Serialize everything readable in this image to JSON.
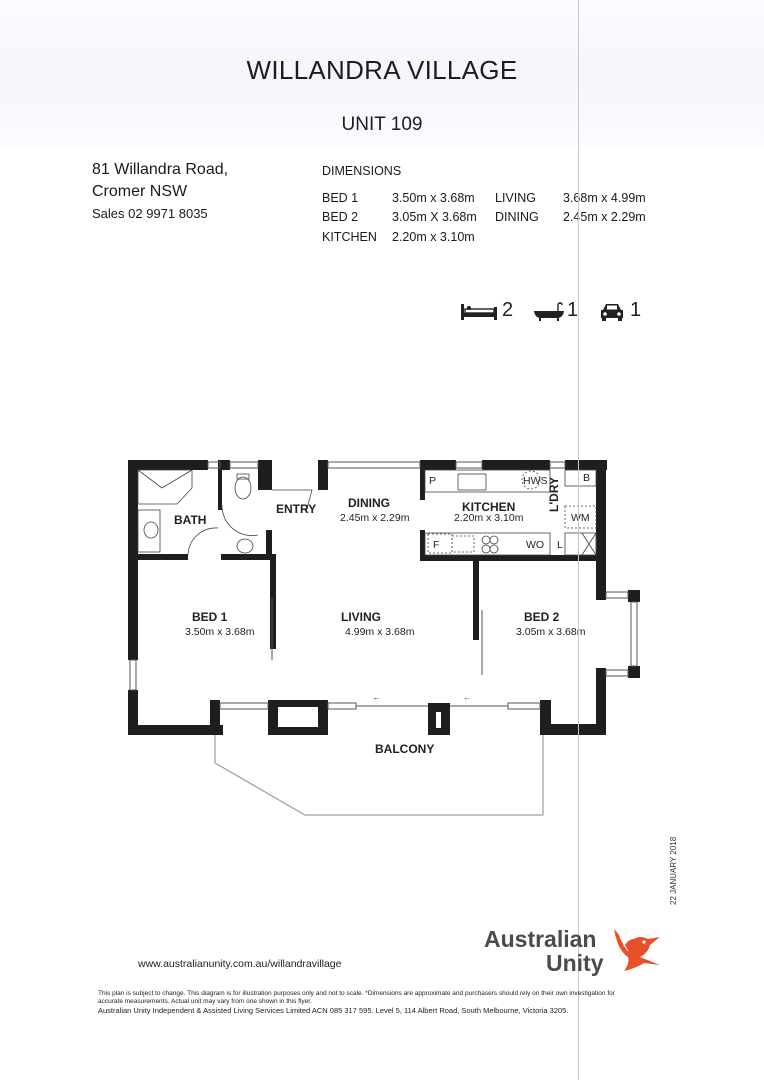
{
  "header": {
    "title": "WILLANDRA VILLAGE",
    "unit": "UNIT 109"
  },
  "address": {
    "line1": "81 Willandra Road,",
    "line2": "Cromer NSW",
    "sales": "Sales  02 9971 8035"
  },
  "dimensions": {
    "heading": "DIMENSIONS",
    "rows": [
      {
        "room": "BED 1",
        "size": "3.50m x 3.68m"
      },
      {
        "room": "BED 2",
        "size": "3.05m X 3.68m"
      },
      {
        "room": "KITCHEN",
        "size": "2.20m x 3.10m"
      },
      {
        "room": "LIVING",
        "size": "3.68m x 4.99m"
      },
      {
        "room": "DINING",
        "size": "2.45m x 2.29m"
      }
    ]
  },
  "features": {
    "bed_icon": "bed-icon",
    "bedrooms": "2",
    "bath_icon": "bathtub-icon",
    "bathrooms": "1",
    "car_icon": "car-icon",
    "parking": "1"
  },
  "floorplan": {
    "rooms": [
      {
        "name": "BATH",
        "dim": ""
      },
      {
        "name": "ENTRY",
        "dim": ""
      },
      {
        "name": "DINING",
        "dim": "2.45m x 2.29m"
      },
      {
        "name": "KITCHEN",
        "dim": "2.20m x 3.10m"
      },
      {
        "name": "L'DRY",
        "dim": ""
      },
      {
        "name": "BED 1",
        "dim": "3.50m x 3.68m"
      },
      {
        "name": "LIVING",
        "dim": "4.99m x 3.68m"
      },
      {
        "name": "BED 2",
        "dim": "3.05m x 3.68m"
      },
      {
        "name": "BALCONY",
        "dim": ""
      }
    ],
    "fixtures": {
      "pantry": "P",
      "hws": "HWS",
      "fridge": "F",
      "wall_oven": "WO",
      "basin": "B",
      "washing_machine": "WM",
      "linen": "L"
    }
  },
  "footer": {
    "date": "22 JANUARY 2018",
    "url": "www.australianunity.com.au/willandravillage",
    "disclaimer1": "This plan is subject to change. This diagram is for illustration purposes only and not to scale. *Dimensions are approximate and purchasers should rely on their own investigation for",
    "disclaimer2": "accurate measurements. Actual unit may vary from one shown in this flyer.",
    "company": "Australian Unity Independent & Assisted  Living Services Limited ACN 085 317 595.  Level 5, 114 Albert Road, South Melbourne, Victoria 3205.",
    "logo_line1": "Australian",
    "logo_line2": "Unity",
    "logo_icon": "kookaburra-bird-icon",
    "accent_color": "#e8502a",
    "logo_text_color": "#4b4b4d"
  }
}
